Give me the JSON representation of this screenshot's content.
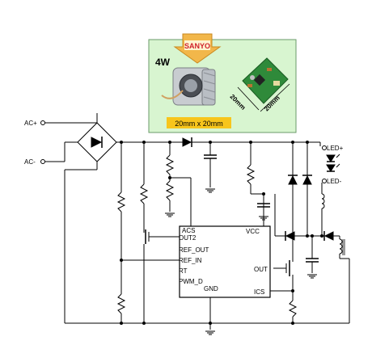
{
  "inset": {
    "power_label": "4W",
    "brand_logo": "SANYO",
    "dim_width": "20mm",
    "dim_height": "20mm",
    "size_caption": "20mm x 20mm",
    "bg_color": "#d8f5d0",
    "caption_color": "#f7c51c"
  },
  "terminals": {
    "ac_plus": "AC+",
    "ac_minus": "AC-",
    "led_plus": "LED+",
    "led_minus": "LED-"
  },
  "ic": {
    "pin_acs": "ACS",
    "pin_out2": "OUT2",
    "pin_ref_out": "REF_OUT",
    "pin_ref_in": "REF_IN",
    "pin_rt": "RT",
    "pin_pwm_d": "PWM_D",
    "pin_vcc": "VCC",
    "pin_out": "OUT",
    "pin_ics": "ICS",
    "pin_gnd": "GND"
  }
}
